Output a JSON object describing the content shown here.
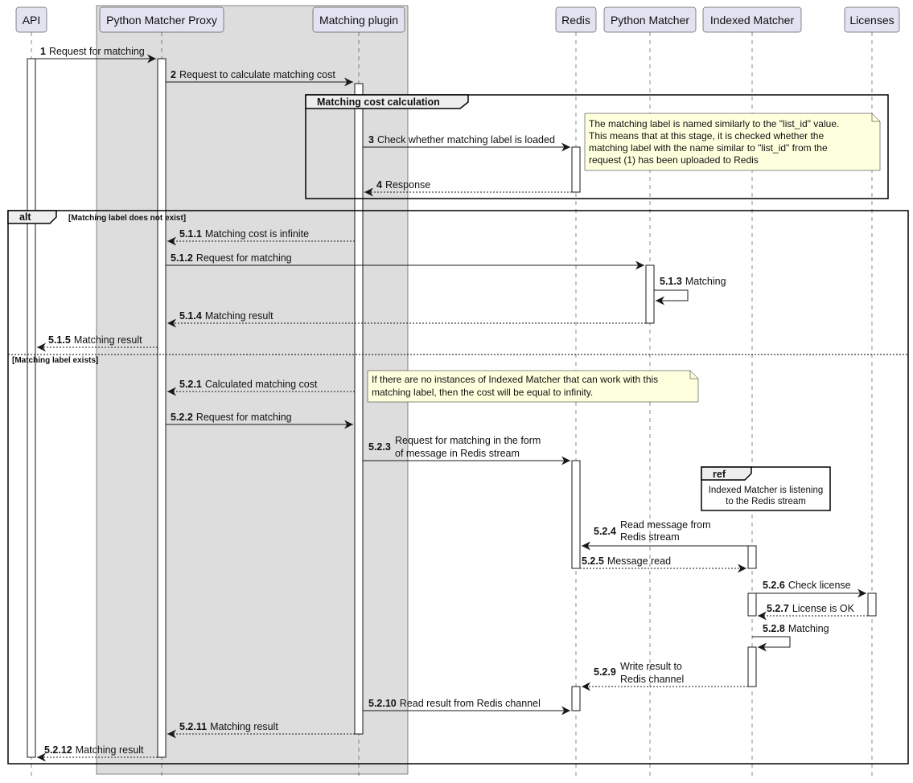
{
  "colors": {
    "participant_fill": "#E2E2F0",
    "participant_stroke": "#181818",
    "box_fill": "#DDDDDD",
    "note_fill": "#FEFFDD",
    "line": "#181818"
  },
  "participants": {
    "api": "API",
    "proxy": "Python Matcher Proxy",
    "plugin": "Matching plugin",
    "redis": "Redis",
    "pymatcher": "Python Matcher",
    "indexed": "Indexed Matcher",
    "licenses": "Licenses"
  },
  "groups": {
    "matching_cost": "Matching cost calculation",
    "alt": "alt",
    "guard_not_exist": "[Matching label does not exist]",
    "guard_exists": "[Matching label exists]",
    "ref": "ref",
    "ref_text": [
      "Indexed Matcher is listening",
      "to the Redis stream"
    ]
  },
  "notes": {
    "label_note": [
      "The matching label is named similarly to the \"list_id\" value.",
      "This means that at this stage, it is checked whether the",
      "matching label with the name similar to \"list_id\" from the",
      "request (1) has been uploaded to Redis"
    ],
    "cost_note": [
      "If there are no instances of Indexed Matcher that can work with this",
      "matching label, then the cost will be equal to infinity."
    ]
  },
  "messages": {
    "m1": {
      "num": "1",
      "text": "Request for matching"
    },
    "m2": {
      "num": "2",
      "text": "Request to calculate matching cost"
    },
    "m3": {
      "num": "3",
      "text": "Check whether matching label is loaded"
    },
    "m4": {
      "num": "4",
      "text": "Response"
    },
    "m511": {
      "num": "5.1.1",
      "text": "Matching cost is infinite"
    },
    "m512": {
      "num": "5.1.2",
      "text": "Request for matching"
    },
    "m513": {
      "num": "5.1.3",
      "text": "Matching"
    },
    "m514": {
      "num": "5.1.4",
      "text": "Matching result"
    },
    "m515": {
      "num": "5.1.5",
      "text": "Matching result"
    },
    "m521": {
      "num": "5.2.1",
      "text": "Calculated matching cost"
    },
    "m522": {
      "num": "5.2.2",
      "text": "Request for matching"
    },
    "m523": {
      "num": "5.2.3",
      "lines": [
        "Request for matching in the form",
        "of message in Redis stream"
      ]
    },
    "m524": {
      "num": "5.2.4",
      "lines": [
        "Read message from",
        "Redis stream"
      ]
    },
    "m525": {
      "num": "5.2.5",
      "text": "Message read"
    },
    "m526": {
      "num": "5.2.6",
      "text": "Check license"
    },
    "m527": {
      "num": "5.2.7",
      "text": "License is OK"
    },
    "m528": {
      "num": "5.2.8",
      "text": "Matching"
    },
    "m529": {
      "num": "5.2.9",
      "lines": [
        "Write result to",
        "Redis channel"
      ]
    },
    "m5210": {
      "num": "5.2.10",
      "text": "Read result from Redis channel"
    },
    "m5211": {
      "num": "5.2.11",
      "text": "Matching result"
    },
    "m5212": {
      "num": "5.2.12",
      "text": "Matching result"
    }
  }
}
